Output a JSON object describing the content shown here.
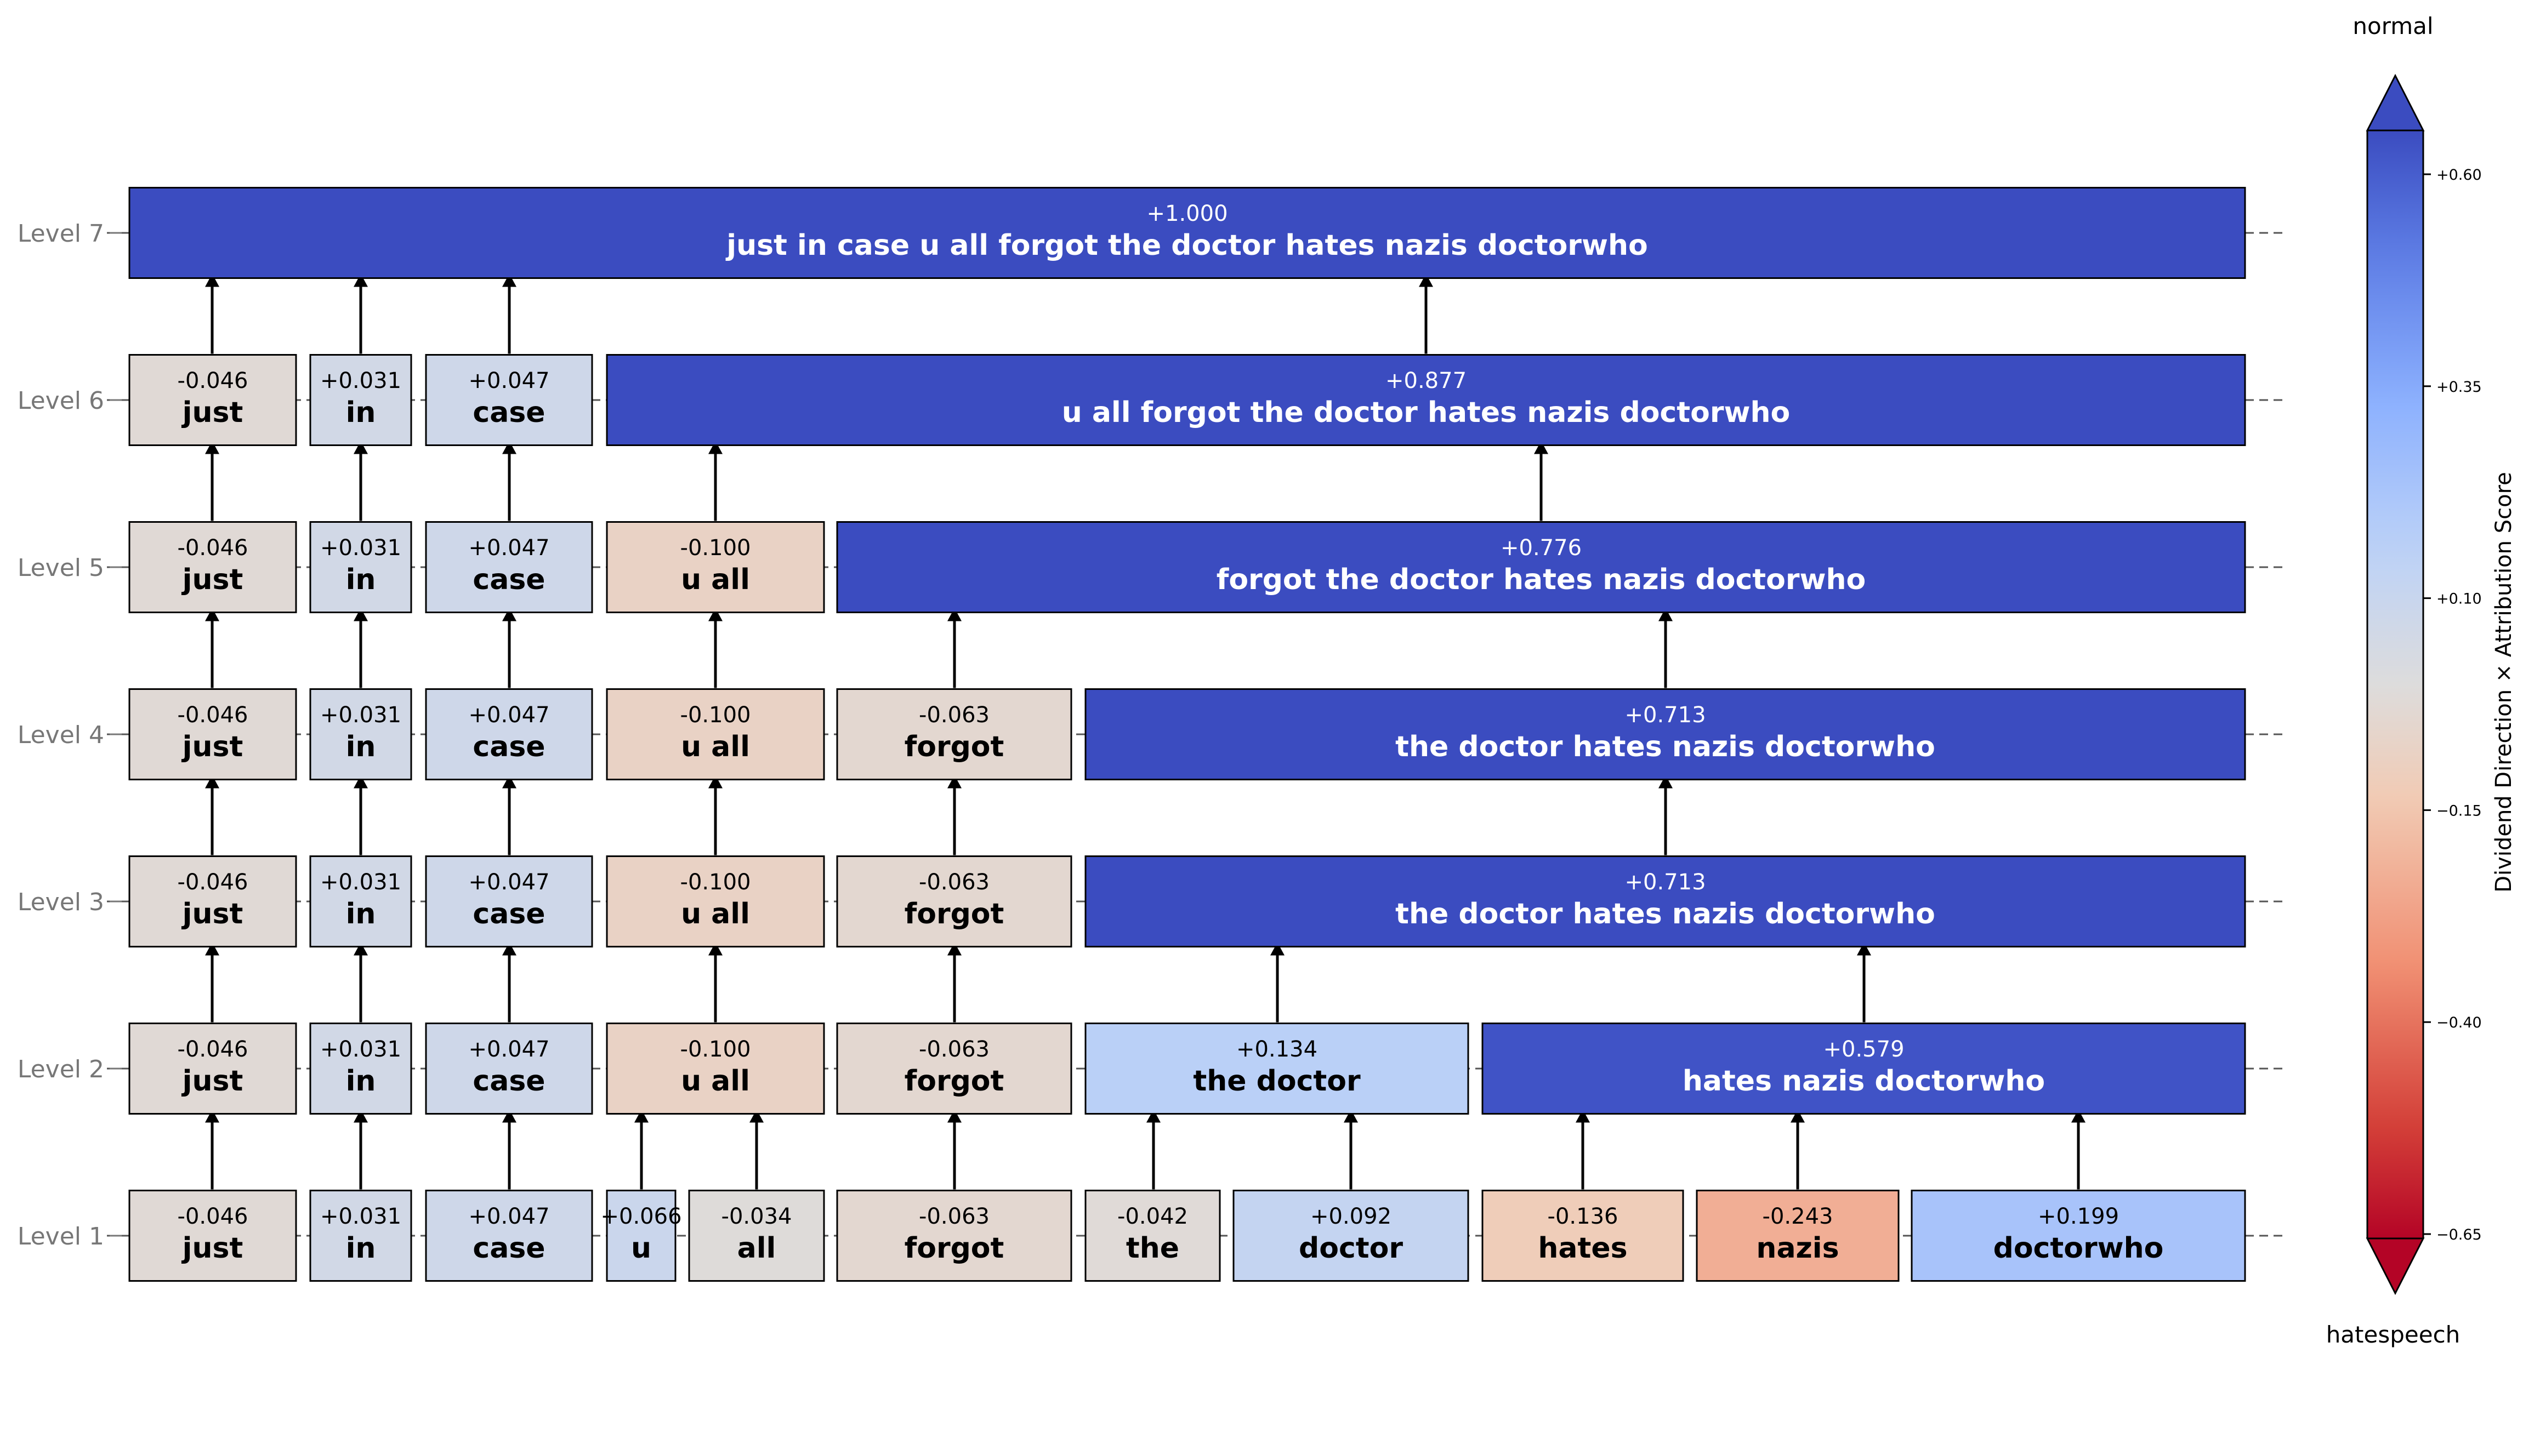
{
  "levels": [
    {
      "label": "Level 7",
      "nodes": [
        {
          "score": "+1.000",
          "text": "just in case u all forgot the doctor hates nazis doctorwho",
          "value": 1.0
        }
      ]
    },
    {
      "label": "Level 6",
      "nodes": [
        {
          "score": "-0.046",
          "text": "just",
          "value": -0.046
        },
        {
          "score": "+0.031",
          "text": "in",
          "value": 0.031
        },
        {
          "score": "+0.047",
          "text": "case",
          "value": 0.047
        },
        {
          "score": "+0.877",
          "text": "u all forgot the doctor hates nazis doctorwho",
          "value": 0.877
        }
      ]
    },
    {
      "label": "Level 5",
      "nodes": [
        {
          "score": "-0.046",
          "text": "just",
          "value": -0.046
        },
        {
          "score": "+0.031",
          "text": "in",
          "value": 0.031
        },
        {
          "score": "+0.047",
          "text": "case",
          "value": 0.047
        },
        {
          "score": "-0.100",
          "text": "u all",
          "value": -0.1
        },
        {
          "score": "+0.776",
          "text": "forgot the doctor hates nazis doctorwho",
          "value": 0.776
        }
      ]
    },
    {
      "label": "Level 4",
      "nodes": [
        {
          "score": "-0.046",
          "text": "just",
          "value": -0.046
        },
        {
          "score": "+0.031",
          "text": "in",
          "value": 0.031
        },
        {
          "score": "+0.047",
          "text": "case",
          "value": 0.047
        },
        {
          "score": "-0.100",
          "text": "u all",
          "value": -0.1
        },
        {
          "score": "-0.063",
          "text": "forgot",
          "value": -0.063
        },
        {
          "score": "+0.713",
          "text": "the doctor hates nazis doctorwho",
          "value": 0.713
        }
      ]
    },
    {
      "label": "Level 3",
      "nodes": [
        {
          "score": "-0.046",
          "text": "just",
          "value": -0.046
        },
        {
          "score": "+0.031",
          "text": "in",
          "value": 0.031
        },
        {
          "score": "+0.047",
          "text": "case",
          "value": 0.047
        },
        {
          "score": "-0.100",
          "text": "u all",
          "value": -0.1
        },
        {
          "score": "-0.063",
          "text": "forgot",
          "value": -0.063
        },
        {
          "score": "+0.713",
          "text": "the doctor hates nazis doctorwho",
          "value": 0.713
        }
      ]
    },
    {
      "label": "Level 2",
      "nodes": [
        {
          "score": "-0.046",
          "text": "just",
          "value": -0.046
        },
        {
          "score": "+0.031",
          "text": "in",
          "value": 0.031
        },
        {
          "score": "+0.047",
          "text": "case",
          "value": 0.047
        },
        {
          "score": "-0.100",
          "text": "u all",
          "value": -0.1
        },
        {
          "score": "-0.063",
          "text": "forgot",
          "value": -0.063
        },
        {
          "score": "+0.134",
          "text": "the doctor",
          "value": 0.134
        },
        {
          "score": "+0.579",
          "text": "hates nazis doctorwho",
          "value": 0.579
        }
      ]
    },
    {
      "label": "Level 1",
      "nodes": [
        {
          "score": "-0.046",
          "text": "just",
          "value": -0.046
        },
        {
          "score": "+0.031",
          "text": "in",
          "value": 0.031
        },
        {
          "score": "+0.047",
          "text": "case",
          "value": 0.047
        },
        {
          "score": "+0.066",
          "text": "u",
          "value": 0.066
        },
        {
          "score": "-0.034",
          "text": "all",
          "value": -0.034
        },
        {
          "score": "-0.063",
          "text": "forgot",
          "value": -0.063
        },
        {
          "score": "-0.042",
          "text": "the",
          "value": -0.042
        },
        {
          "score": "+0.092",
          "text": "doctor",
          "value": 0.092
        },
        {
          "score": "-0.136",
          "text": "hates",
          "value": -0.136
        },
        {
          "score": "-0.243",
          "text": "nazis",
          "value": -0.243
        },
        {
          "score": "+0.199",
          "text": "doctorwho",
          "value": 0.199
        }
      ]
    }
  ],
  "colorbar": {
    "title": "Dividend Direction × Attribution Score",
    "top_label": "normal",
    "bottom_label": "hatespeech",
    "ticks": [
      "+0.60",
      "+0.35",
      "+0.10",
      "−0.15",
      "−0.40",
      "−0.65"
    ],
    "tick_values": [
      0.6,
      0.35,
      0.1,
      -0.15,
      -0.4,
      -0.65
    ],
    "range": [
      -0.65,
      0.6
    ],
    "colormap": "coolwarm_r",
    "extend": "both"
  },
  "colors": {
    "high": "#3b4cc0",
    "mid": "#dddcdc",
    "low": "#b40426",
    "box_border": "#000000",
    "arrow": "#000000",
    "level_label": "#777777"
  }
}
